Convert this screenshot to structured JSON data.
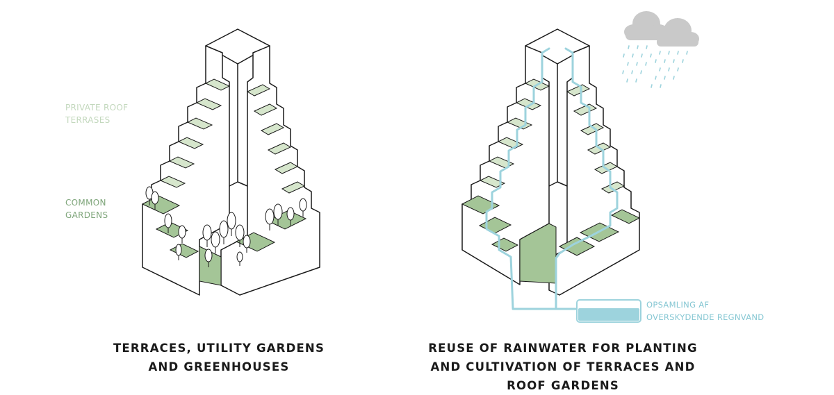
{
  "labels": {
    "private_roof": [
      "PRIVATE ROOF",
      "TERRASES"
    ],
    "common_gardens": [
      "COMMON",
      "GARDENS"
    ],
    "water_collection": [
      "OPSAMLING AF",
      "OVERSKYDENDE REGNVAND"
    ]
  },
  "captions": {
    "left": [
      "TERRACES, UTILITY GARDENS",
      "AND GREENHOUSES"
    ],
    "right": [
      "REUSE OF RAINWATER FOR PLANTING",
      "AND CULTIVATION OF TERRACES AND",
      "ROOF GARDENS"
    ]
  },
  "colors": {
    "outline": "#1a1a1a",
    "terrace_light": "#d6e6cc",
    "garden_green": "#a4c597",
    "water": "#9dd3dd",
    "cloud": "#c9c9c9"
  }
}
